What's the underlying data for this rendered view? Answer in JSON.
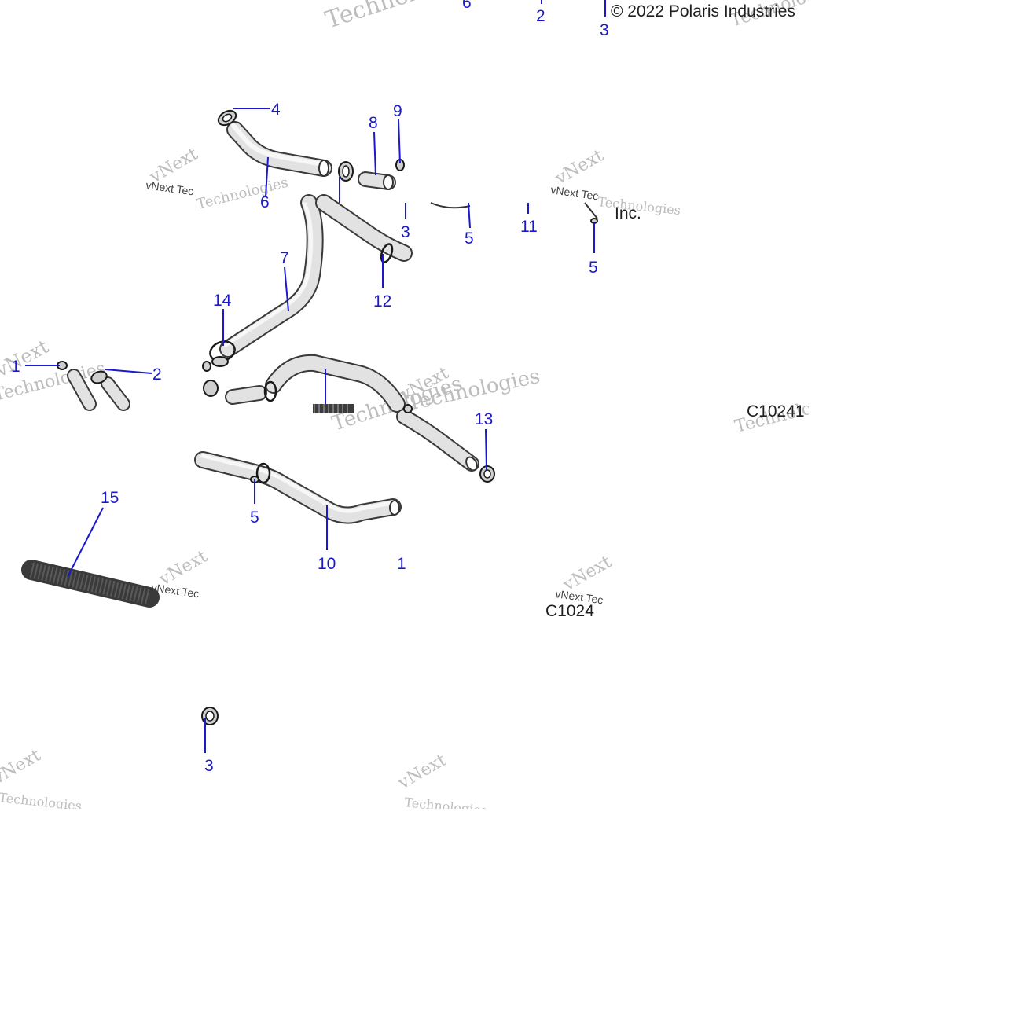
{
  "diagram": {
    "copyright": "© 2022 Polaris Industries",
    "copyright_tail": "Inc.",
    "figure_code": "C10241",
    "figure_code_partial": "C1024",
    "watermark_lines": [
      "vNext",
      "Technologies"
    ],
    "watermark_small": "vNext Tec",
    "callouts": [
      {
        "id": "c6top",
        "text": "6"
      },
      {
        "id": "c2top",
        "text": "2"
      },
      {
        "id": "c3top",
        "text": "3"
      },
      {
        "id": "c4",
        "text": "4"
      },
      {
        "id": "c8",
        "text": "8"
      },
      {
        "id": "c9",
        "text": "9"
      },
      {
        "id": "c6",
        "text": "6"
      },
      {
        "id": "c3mid",
        "text": "3"
      },
      {
        "id": "c5a",
        "text": "5"
      },
      {
        "id": "c11",
        "text": "11"
      },
      {
        "id": "c5b",
        "text": "5"
      },
      {
        "id": "c7",
        "text": "7"
      },
      {
        "id": "c12",
        "text": "12"
      },
      {
        "id": "c14",
        "text": "14"
      },
      {
        "id": "c1",
        "text": "1"
      },
      {
        "id": "c2",
        "text": "2"
      },
      {
        "id": "c13",
        "text": "13"
      },
      {
        "id": "c15",
        "text": "15"
      },
      {
        "id": "c5c",
        "text": "5"
      },
      {
        "id": "c10",
        "text": "10"
      },
      {
        "id": "c1b",
        "text": "1"
      },
      {
        "id": "c3bot",
        "text": "3"
      }
    ]
  }
}
